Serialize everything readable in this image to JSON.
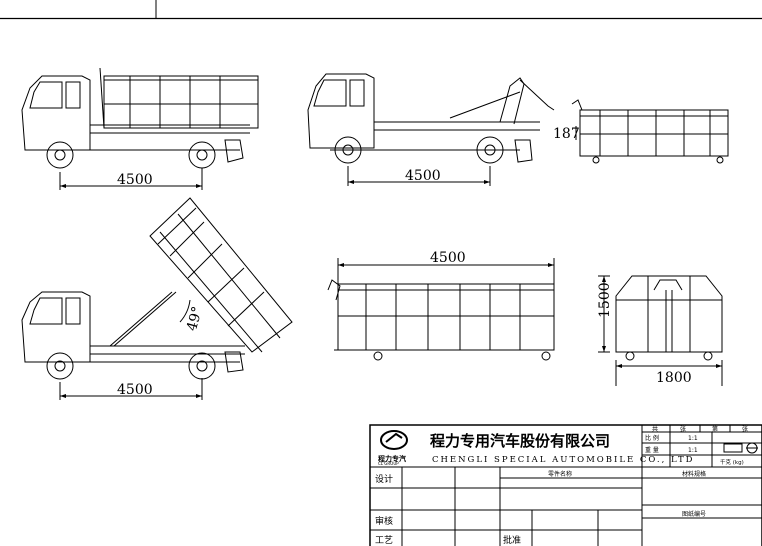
{
  "dimensions": {
    "truck_side_length": "4500",
    "hook_arm_length": "4500",
    "hook_height": "187",
    "tipping_length": "4500",
    "tipping_angle": "49°",
    "bin_length": "4500",
    "bin_height": "1500",
    "bin_width": "1800"
  },
  "title_block": {
    "company_cn": "程力专用汽车股份有限公司",
    "company_en": "CHENGLI SPECIAL AUTOMOBILE CO., LTD",
    "logo_text": "程力专汽",
    "logo_sub": "CL GROUP",
    "gong": "共",
    "zhang1": "张",
    "di": "第",
    "zhang2": "张",
    "bili": "比 例",
    "bili_val": "1:1",
    "zhongliang": "重 量",
    "zhongliang_val": "1:1",
    "unit": "千克 (kg)",
    "part_name": "零件名称",
    "material": "材料规格",
    "drawing_no": "图纸编号",
    "sheji": "设计",
    "shenhe": "审核",
    "gongyi": "工艺",
    "pizhun": "批准"
  }
}
